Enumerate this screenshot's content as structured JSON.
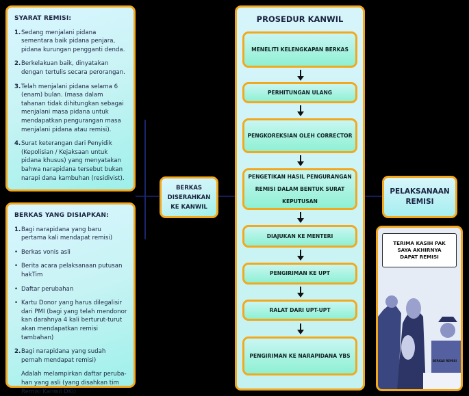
{
  "syarat": {
    "title": "SYARAT  REMISI:",
    "items": [
      {
        "n": "1.",
        "t": "Sedang menjalani pidana sementara baik pidana penjara, pidana kurungan pengganti denda."
      },
      {
        "n": "2.",
        "t": "Berkelakuan baik, dinyatakan dengan tertulis secara perorangan."
      },
      {
        "n": "3.",
        "t": "Telah menjalani pidana selama 6 (enam) bulan. (masa dalam tahanan tidak dihitungkan sebagai menjalani masa pidana untuk mendapatkan pengurangan masa menjalani pidana atau remisi)."
      },
      {
        "n": "4.",
        "t": "Surat keterangan dari Penyidik (Kepolisian / Kejaksaan untuk pidana khusus) yang menyatakan bahwa narapidana tersebut bukan narapi dana kambuhan (residivist)."
      }
    ]
  },
  "berkas_disiapkan": {
    "title": "BERKAS YANG DISIAPKAN:",
    "items": [
      {
        "n": "1.",
        "t": "Bagi narapidana yang baru pertama kali mendapat remisi)"
      },
      {
        "n": "•",
        "t": "Berkas vonis asli"
      },
      {
        "n": "•",
        "t": "Berita acara pelaksanaan putusan hakTim"
      },
      {
        "n": "•",
        "t": "Daftar perubahan"
      },
      {
        "n": "•",
        "t": "Kartu Donor yang harus dilegalisir dari PMI (bagi yang telah mendonor kan darahnya 4 kali berturut-turut akan mendapatkan remisi tambahan)"
      },
      {
        "n": "2.",
        "t": "Bagi narapidana yang sudah pernah mendapat remisi)"
      },
      {
        "n": "",
        "t": "Adalah melampirkan daftar peruba-han yang asli (yang disahkan tim Remisi Kanwil DKI)"
      }
    ]
  },
  "berkas_diserahkan": "BERKAS DISERAHKAN KE KANWIL",
  "prosedur": {
    "title": "PROSEDUR KANWIL",
    "steps": [
      "MENELITI KELENGKAPAN BERKAS",
      "PERHITUNGAN ULANG",
      "PENGKOREKSIAN OLEH CORRECTOR",
      "PENGETIKAN HASIL PENGURANGAN REMISI DALAM BENTUK SURAT KEPUTUSAN",
      "DIAJUKAN KE MENTERI",
      "PENGIRIMAN KE UPT",
      "RALAT DARI UPT-UPT",
      "PENGIRIMAN KE NARAPIDANA YBS"
    ]
  },
  "pelaksanaan": "PELAKSANAAN REMISI",
  "comic": {
    "speech": "TERIMA KASIH PAK SAYA AKHIRNYA DAPAT REMISI",
    "label": "BERKAS REMISI"
  },
  "colors": {
    "border": "#f2a81d",
    "text": "#1a2340",
    "connector": "#1a2470"
  }
}
